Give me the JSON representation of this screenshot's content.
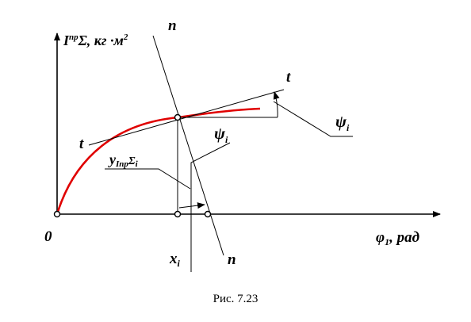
{
  "labels": {
    "y_axis_main": "I",
    "y_axis_sup": "пр",
    "y_axis_rest": "Σ, кг ·м",
    "y_axis_sq": "2",
    "x_axis_main": "φ",
    "x_axis_sub": "1",
    "x_axis_rest": ", рад",
    "origin": "0",
    "normal_top": "n",
    "normal_bottom": "n",
    "tangent_left": "t",
    "tangent_right": "t",
    "psi_main": "ψ",
    "psi_sub": "i",
    "psi_right_main": "ψ",
    "psi_right_sub": "i",
    "y_label_main": "y",
    "y_label_sub": "Iпр",
    "y_label_sigma": "Σ",
    "y_label_i": "i",
    "x_label_main": "x",
    "x_label_sub": "i"
  },
  "caption": "Рис. 7.23",
  "colors": {
    "curve": "#e00000",
    "lines": "#000000"
  }
}
